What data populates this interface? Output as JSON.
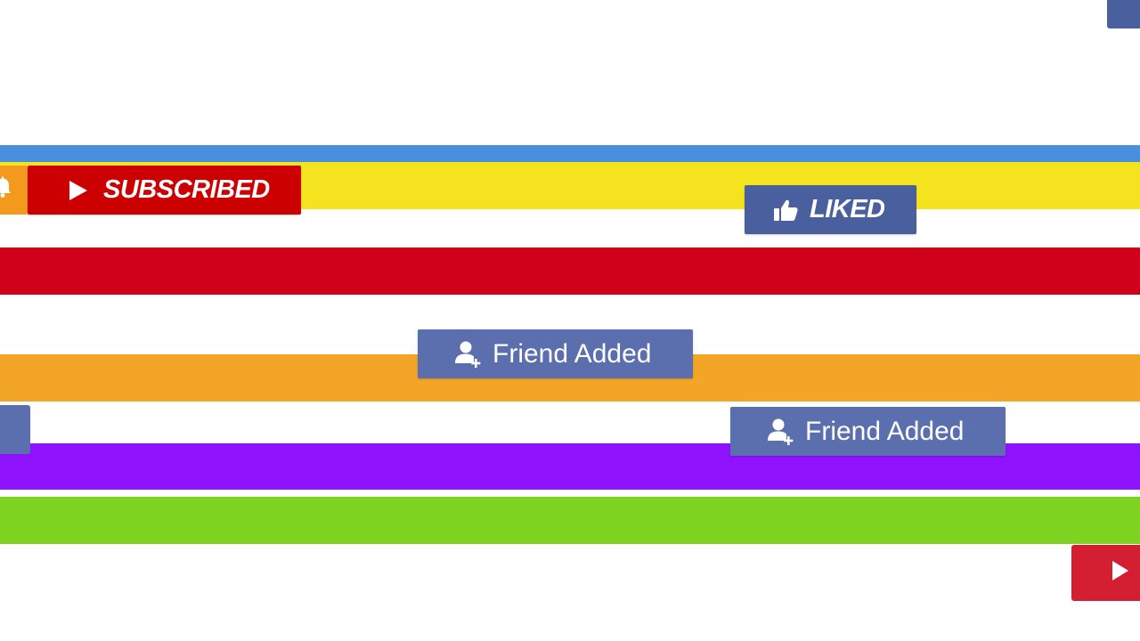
{
  "colors": {
    "background": "#ffffff",
    "band_blue": "#4a8fde",
    "band_yellow": "#f5e31f",
    "band_red": "#d0021b",
    "band_orange": "#f2a526",
    "band_purple": "#9013fe",
    "band_green": "#7ed321",
    "subscribe_red": "#cc0000",
    "bell_orange": "#f39a1e",
    "social_blue": "#4a5f9e",
    "friend_blue": "#5b6fae",
    "play_red": "#d41f33",
    "white": "#ffffff"
  },
  "buttons": {
    "subscribed": {
      "label": "SUBSCRIBED",
      "icon": "play-icon"
    },
    "bell": {
      "icon": "bell-icon"
    },
    "liked": {
      "label": "LIKED",
      "icon": "thumbs-up-icon"
    },
    "friend_added_1": {
      "label": "Friend Added",
      "icon": "add-user-icon"
    },
    "friend_added_2": {
      "label": "Friend Added",
      "icon": "add-user-icon"
    },
    "edge_play": {
      "icon": "play-icon"
    }
  }
}
